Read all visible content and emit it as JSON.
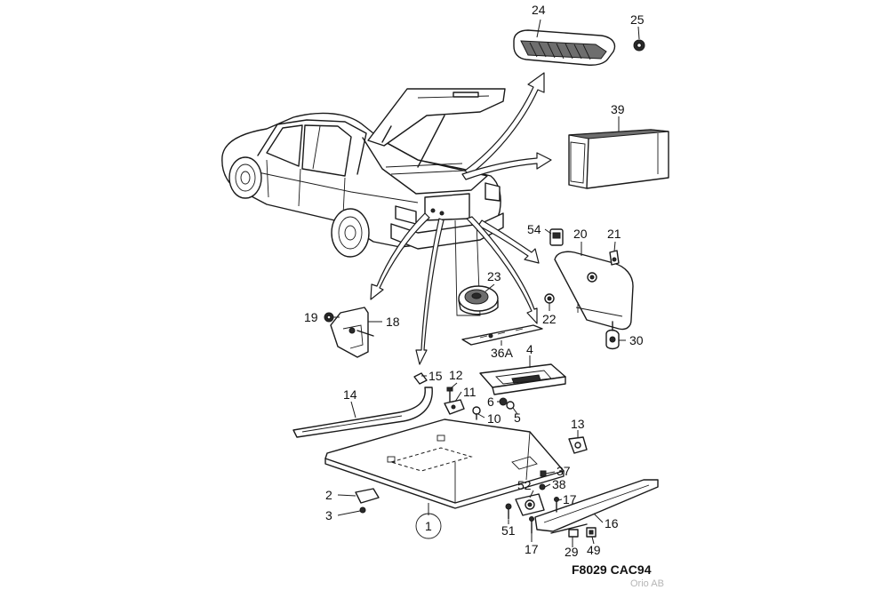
{
  "callouts": {
    "c1": "1",
    "c2": "2",
    "c3": "3",
    "c4": "4",
    "c5": "5",
    "c6": "6",
    "c10": "10",
    "c11": "11",
    "c12": "12",
    "c13": "13",
    "c14": "14",
    "c15": "15",
    "c16": "16",
    "c17a": "17",
    "c17b": "17",
    "c18": "18",
    "c19": "19",
    "c20": "20",
    "c21": "21",
    "c22": "22",
    "c23": "23",
    "c24": "24",
    "c25": "25",
    "c29": "29",
    "c30": "30",
    "c36a": "36A",
    "c37": "37",
    "c38": "38",
    "c39": "39",
    "c49": "49",
    "c51": "51",
    "c52": "52",
    "c54": "54"
  },
  "figure": {
    "code": "F8029  CAC94",
    "watermark": "Orio AB"
  }
}
